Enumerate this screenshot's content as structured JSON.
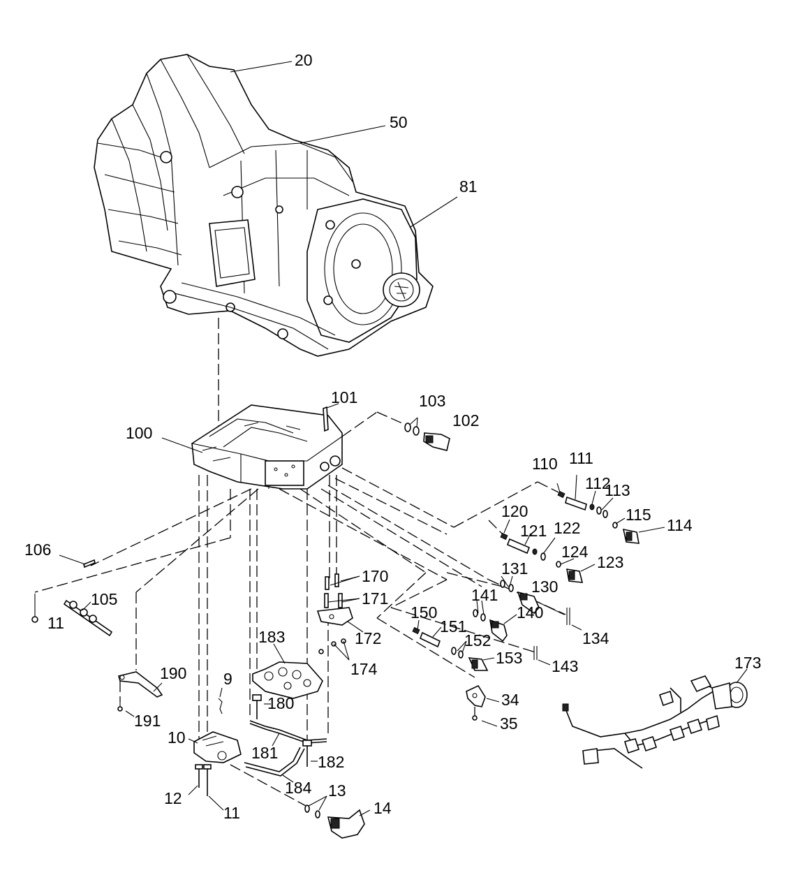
{
  "diagram": {
    "callouts": {
      "c20": "20",
      "c50": "50",
      "c81": "81",
      "c100": "100",
      "c101": "101",
      "c102": "102",
      "c103": "103",
      "c105": "105",
      "c106": "106",
      "c11a": "11",
      "c11b": "11",
      "c110": "110",
      "c111": "111",
      "c112": "112",
      "c113": "113",
      "c114": "114",
      "c115": "115",
      "c120": "120",
      "c121": "121",
      "c122": "122",
      "c123": "123",
      "c124": "124",
      "c130": "130",
      "c131": "131",
      "c134": "134",
      "c140": "140",
      "c141": "141",
      "c143": "143",
      "c150": "150",
      "c151": "151",
      "c152": "152",
      "c153": "153",
      "c170": "170",
      "c171": "171",
      "c172": "172",
      "c173": "173",
      "c174": "174",
      "c180": "180",
      "c181": "181",
      "c182": "182",
      "c183": "183",
      "c184": "184",
      "c190": "190",
      "c191": "191",
      "c9": "9",
      "c10": "10",
      "c12": "12",
      "c13": "13",
      "c14": "14",
      "c34": "34",
      "c35": "35"
    }
  }
}
